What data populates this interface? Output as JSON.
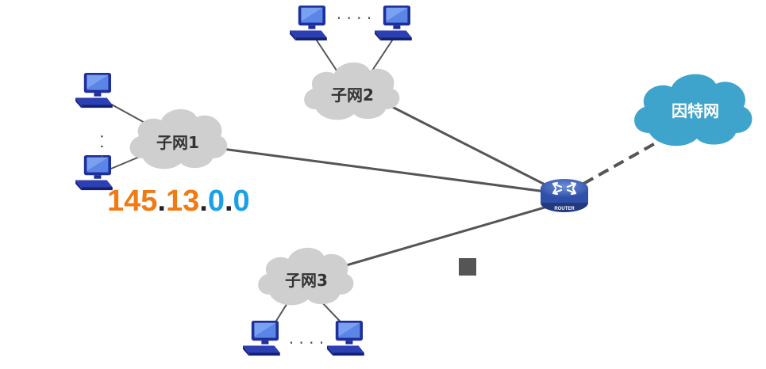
{
  "subnets": [
    {
      "label": "子网1"
    },
    {
      "label": "子网2"
    },
    {
      "label": "子网3"
    }
  ],
  "internet": {
    "label": "因特网"
  },
  "router": {
    "label": "ROUTER"
  },
  "ellipsis": {
    "horizontal": "· · · ·",
    "vertical": "·  ·  ·"
  },
  "ip_address": {
    "octet1": "145",
    "dot1": ".",
    "octet2": "13",
    "dot2": ".",
    "octet3": "0",
    "dot3": ".",
    "octet4": "0"
  },
  "colors": {
    "network_octets": "#f07a14",
    "host_octets": "#1aa0e6",
    "dots": "#222222",
    "cloud_gray": "#cfcfcf",
    "cloud_blue": "#3fa4cc",
    "link": "#555555",
    "packet": "#555555"
  }
}
